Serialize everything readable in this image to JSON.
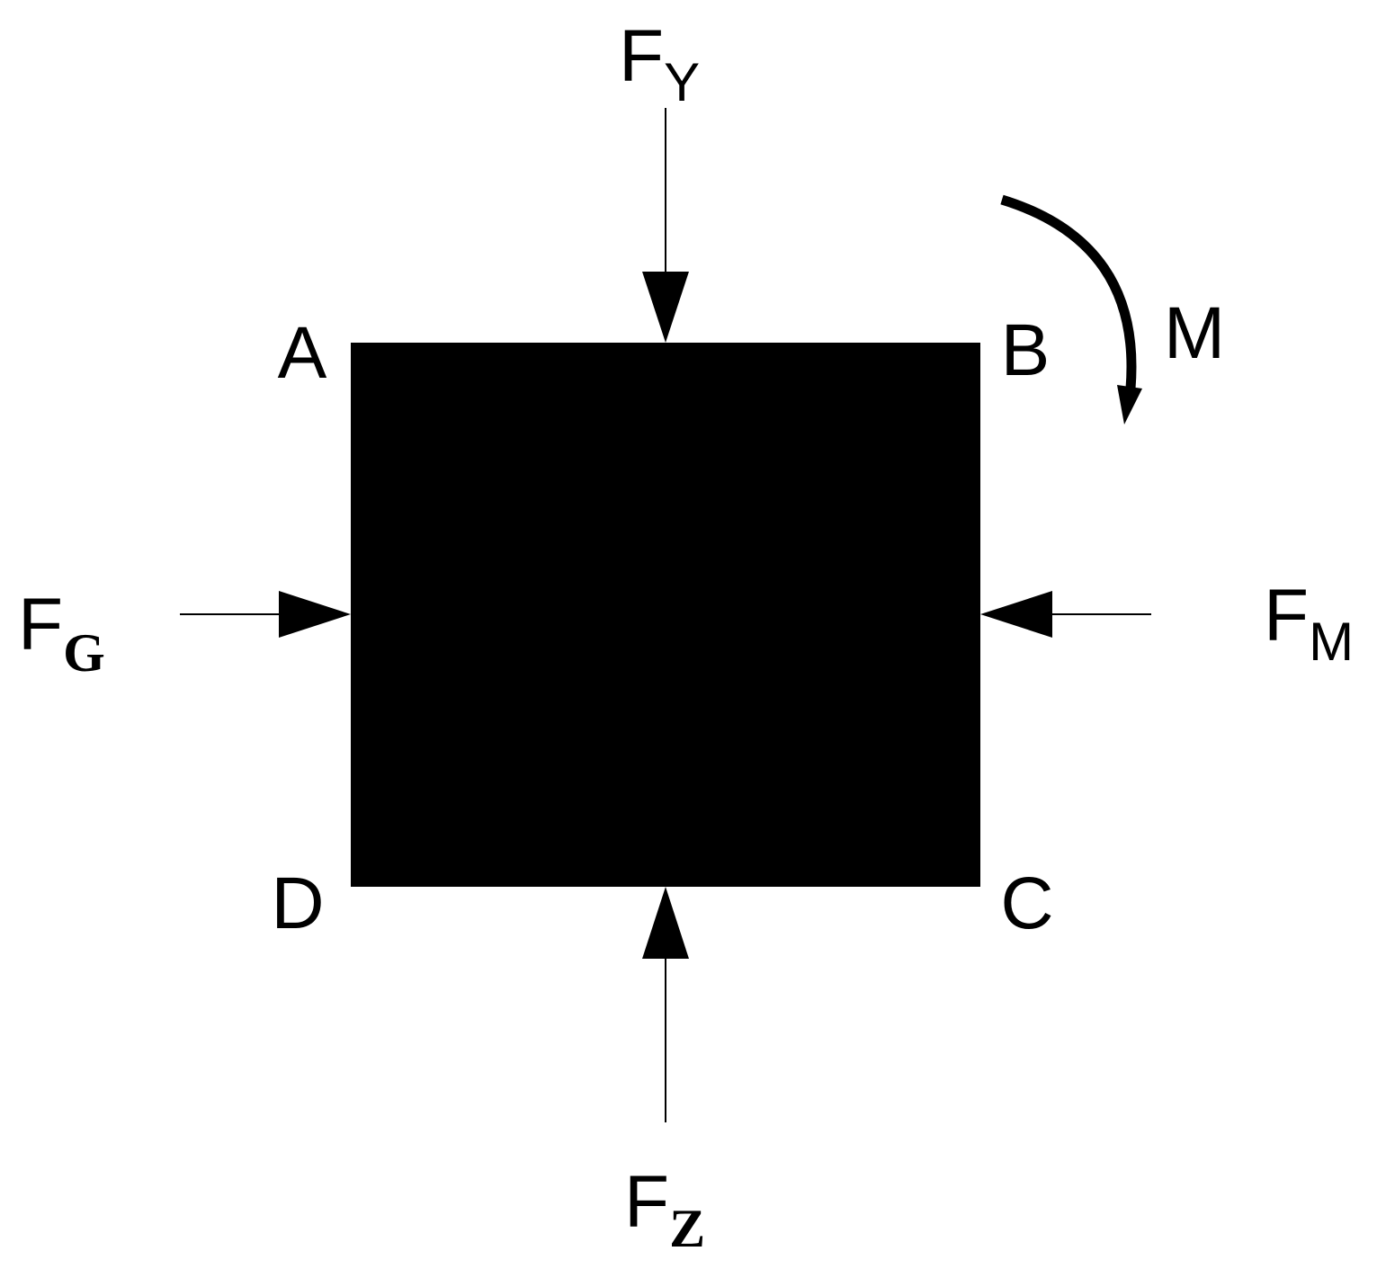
{
  "colors": {
    "ink": "#000000",
    "background": "#ffffff"
  },
  "block": {
    "corners": {
      "top_left": "A",
      "top_right": "B",
      "bottom_right": "C",
      "bottom_left": "D"
    }
  },
  "forces": {
    "top": {
      "symbol": "F",
      "subscript": "Y"
    },
    "bottom": {
      "symbol": "F",
      "subscript": "Z"
    },
    "left": {
      "symbol": "F",
      "subscript": "G"
    },
    "right": {
      "symbol": "F",
      "subscript": "M"
    }
  },
  "moment": {
    "label": "M",
    "direction": "clockwise"
  }
}
